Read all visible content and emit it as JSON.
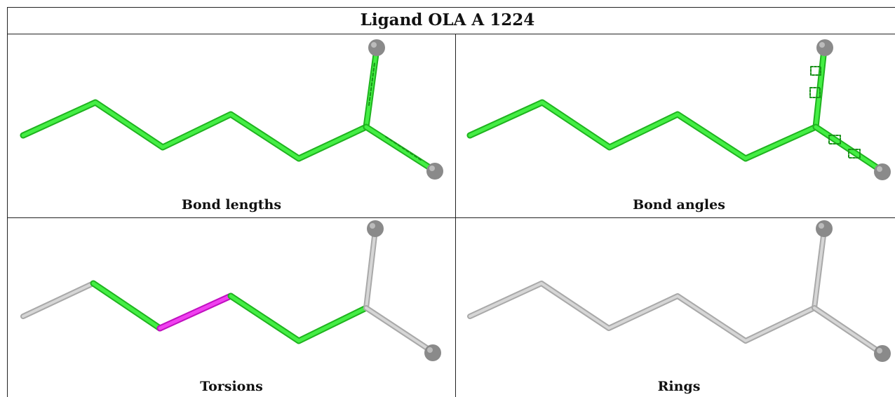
{
  "title": "Ligand OLA A 1224",
  "panels": [
    {
      "caption": "Bond lengths"
    },
    {
      "caption": "Bond angles"
    },
    {
      "caption": "Torsions"
    },
    {
      "caption": "Rings"
    }
  ],
  "colors": {
    "outlier_bond": "#33dd33",
    "torsion_highlight": "#ee22ee",
    "neutral_bond": "#c8c8c8",
    "atom_sphere": "#888888",
    "grid": "#222222"
  }
}
